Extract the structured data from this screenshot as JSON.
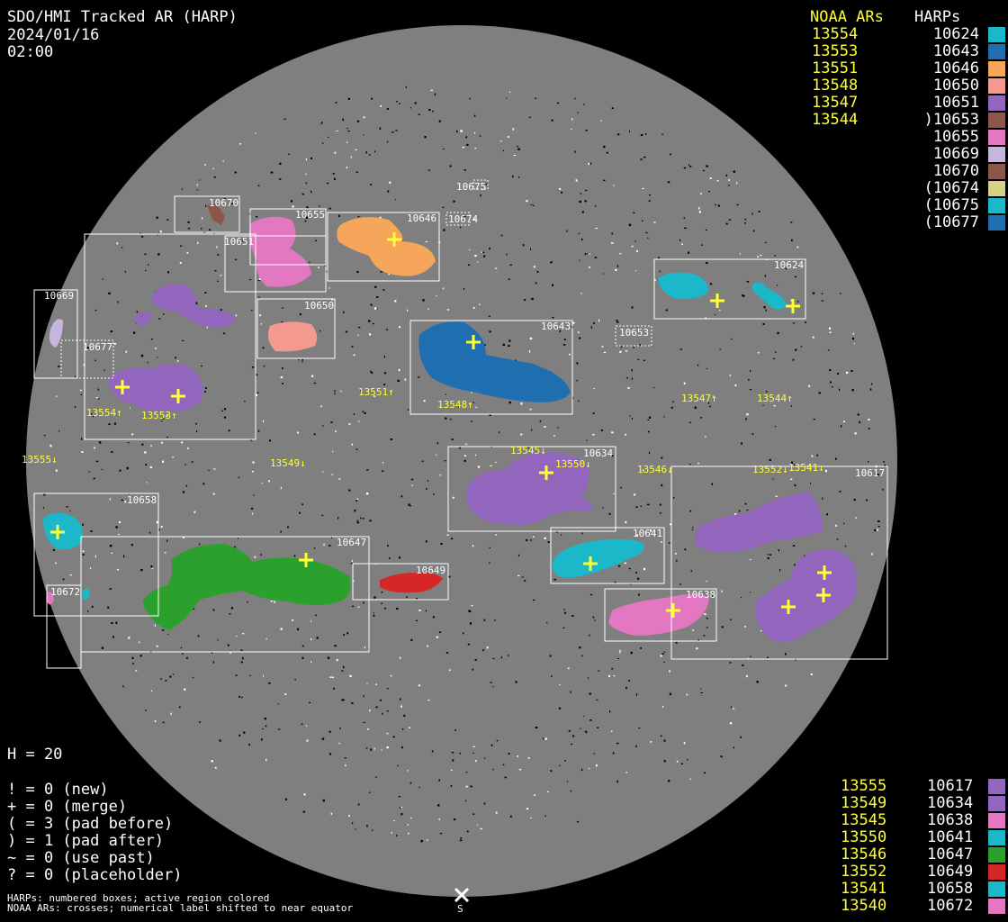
{
  "header": {
    "title": "SDO/HMI Tracked AR (HARP)",
    "date": "2024/01/16",
    "time": "02:00"
  },
  "top_legend": {
    "noaa_header": "NOAA ARs",
    "harp_header": "HARPs",
    "noaa": [
      "13554",
      "13553",
      "13551",
      "13548",
      "13547",
      "13544"
    ],
    "harps": [
      {
        "label": "10624",
        "color": "#1ab8c8"
      },
      {
        "label": "10643",
        "color": "#1f6fb0"
      },
      {
        "label": "10646",
        "color": "#f5a65b"
      },
      {
        "label": "10650",
        "color": "#f4998e"
      },
      {
        "label": "10651",
        "color": "#9366bd"
      },
      {
        "label": ")10653",
        "color": "#8c564b"
      },
      {
        "label": "10655",
        "color": "#e377c2"
      },
      {
        "label": "10669",
        "color": "#c7b6dc"
      },
      {
        "label": "10670",
        "color": "#8c564b"
      },
      {
        "label": "(10674",
        "color": "#d6d184"
      },
      {
        "label": "(10675",
        "color": "#1ab8c8"
      },
      {
        "label": "(10677",
        "color": "#1f6fb0"
      }
    ]
  },
  "stats": {
    "h": "H = 20",
    "lines": [
      "! = 0 (new)",
      "+ = 0 (merge)",
      "( = 3 (pad before)",
      ") = 1 (pad after)",
      "~ = 0 (use past)",
      "? = 0 (placeholder)"
    ]
  },
  "footnote": {
    "line1": "HARPs: numbered boxes; active region colored",
    "line2": "NOAA ARs: crosses; numerical label shifted to near equator",
    "south": "S"
  },
  "bottom_legend": [
    {
      "noaa": "13555",
      "harp": "10617",
      "color": "#9366bd"
    },
    {
      "noaa": "13549",
      "harp": "10634",
      "color": "#9366bd"
    },
    {
      "noaa": "13545",
      "harp": "10638",
      "color": "#e377c2"
    },
    {
      "noaa": "13550",
      "harp": "10641",
      "color": "#1ab8c8"
    },
    {
      "noaa": "13546",
      "harp": "10647",
      "color": "#2ca02c"
    },
    {
      "noaa": "13552",
      "harp": "10649",
      "color": "#d62728"
    },
    {
      "noaa": "13541",
      "harp": "10658",
      "color": "#1ab8c8"
    },
    {
      "noaa": "13540",
      "harp": "10672",
      "color": "#e377c2"
    }
  ],
  "disk": {
    "harp_labels": [
      "10670",
      "10655",
      "10646",
      "10674",
      "10675",
      "10651",
      "10669",
      "10650",
      "10677",
      "10643",
      "10653",
      "10624",
      "10634",
      "10617",
      "10658",
      "10647",
      "10649",
      "10641",
      "10638",
      "10672"
    ],
    "noaa_labels": [
      "13551↑",
      "13548↑",
      "13547↑",
      "13544↑",
      "13554↑",
      "13553↑",
      "13555↓",
      "13549↓",
      "13545↓",
      "13550↓",
      "13546↓",
      "13552↓",
      "13541↓"
    ]
  }
}
